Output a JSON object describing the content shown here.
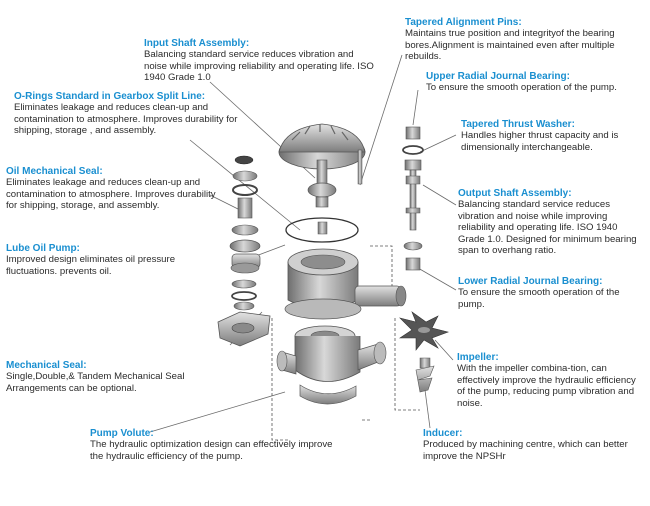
{
  "colors": {
    "title": "#1a8fd0",
    "body": "#2b2b2b",
    "leader": "#6a6a6a",
    "metal": "#9a9a9a"
  },
  "callouts": {
    "input_shaft": {
      "title": "Input Shaft Assembly:",
      "desc": "Balancing standard service reduces vibration and noise while improving reliability and operating life. ISO 1940 Grade 1.0"
    },
    "orings": {
      "title": "O-Rings Standard in Gearbox Split Line:",
      "desc": "Eliminates leakage and reduces clean-up and contamination to atmosphere. Improves durability for shipping, storage , and  assembly."
    },
    "oil_seal": {
      "title": "Oil Mechanical Seal:",
      "desc": "Eliminates leakage and reduces clean-up and contamination to atmosphere. Improves durability for shipping, storage, and assembly."
    },
    "lube_pump": {
      "title": "Lube Oil Pump:",
      "desc": "Improved design eliminates oil pressure fluctuations.  prevents oil."
    },
    "mech_seal": {
      "title": "Mechanical Seal:",
      "desc": "Single,Double,& Tandem Mechanical Seal Arrangements  can be optional."
    },
    "volute": {
      "title": "Pump Volute:",
      "desc": "The hydraulic optimization design can effectively improve the hydraulic efficiency of the pump."
    },
    "pins": {
      "title": "Tapered Alignment Pins:",
      "desc": "Maintains true position and integrityof the bearing bores.Alignment is maintained even after multiple rebuilds."
    },
    "upper_bearing": {
      "title": "Upper Radial Journal Bearing:",
      "desc": "To ensure the smooth operation of the pump."
    },
    "thrust_washer": {
      "title": "Tapered Thrust Washer:",
      "desc": "Handles higher thrust capacity and is dimensionally interchangeable."
    },
    "output_shaft": {
      "title": "Output Shaft Assembly:",
      "desc": "Balancing standard service reduces vibration and noise while improving reliability and operating life. ISO 1940 Grade 1.0. Designed for minimum bearing span to overhang ratio."
    },
    "lower_bearing": {
      "title": "Lower Radial Journal Bearing:",
      "desc": "To ensure the smooth operation of the pump."
    },
    "impeller": {
      "title": "Impeller:",
      "desc": "With the impeller combina-tion, can effectively improve the hydraulic efficiency of the pump, reducing pump vibration and noise."
    },
    "inducer": {
      "title": "Inducer:",
      "desc": "Produced by machining centre, which can better improve the NPSHr"
    }
  }
}
